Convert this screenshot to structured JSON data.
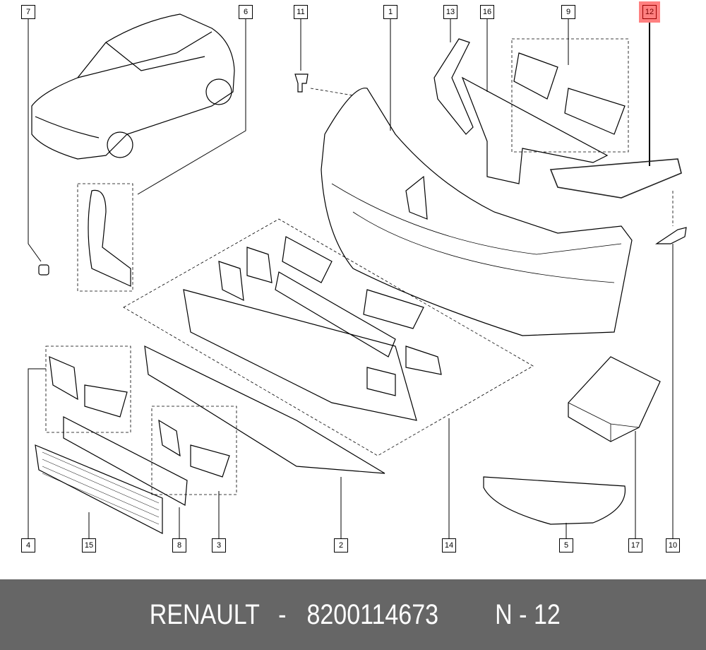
{
  "diagram": {
    "labels": {
      "l1": "1",
      "l2": "2",
      "l3": "3",
      "l4": "4",
      "l5": "5",
      "l6": "6",
      "l7": "7",
      "l8": "8",
      "l9": "9",
      "l10": "10",
      "l11": "11",
      "l12": "12",
      "l13": "13",
      "l14": "14",
      "l15": "15",
      "l16": "16",
      "l17": "17"
    },
    "highlighted_label": "12",
    "highlight_color": "#ff8080"
  },
  "footer": {
    "brand": "RENAULT",
    "part_number": "8200114673",
    "position": "N - 12",
    "background": "#666666"
  }
}
